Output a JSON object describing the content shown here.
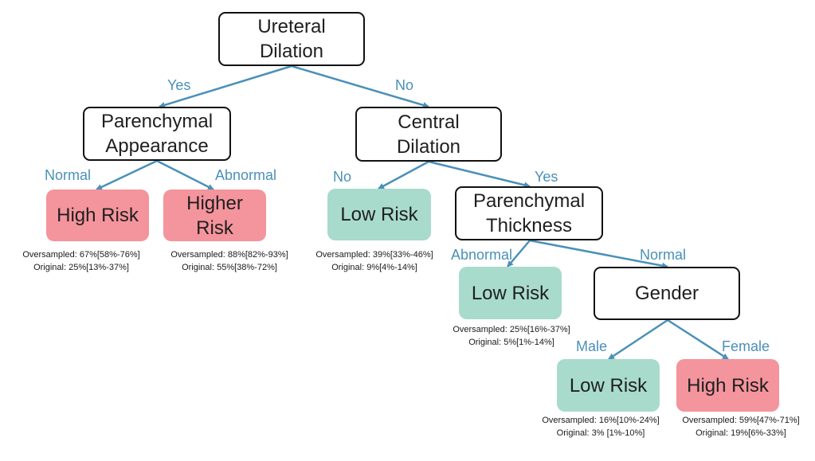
{
  "colors": {
    "edge": "#4a90b8",
    "high_risk_fill": "#f4949c",
    "low_risk_fill": "#a8dbcc",
    "decision_border": "#111111"
  },
  "nodes": {
    "ureteral_dilation": "Ureteral\nDilation",
    "parenchymal_appearance": "Parenchymal\nAppearance",
    "central_dilation": "Central\nDilation",
    "parenchymal_thickness": "Parenchymal\nThickness",
    "gender": "Gender"
  },
  "leaves": {
    "normal_appearance": {
      "label": "High Risk",
      "risk": "high",
      "oversampled": "Oversampled: 67%[58%-76%]",
      "original": "Original: 25%[13%-37%]"
    },
    "abnormal_appearance": {
      "label": "Higher\nRisk",
      "risk": "high",
      "oversampled": "Oversampled: 88%[82%-93%]",
      "original": "Original: 55%[38%-72%]"
    },
    "no_central_dilation": {
      "label": "Low Risk",
      "risk": "low",
      "oversampled": "Oversampled: 39%[33%-46%]",
      "original": "Original: 9%[4%-14%]"
    },
    "abnormal_thickness": {
      "label": "Low Risk",
      "risk": "low",
      "oversampled": "Oversampled: 25%[16%-37%]",
      "original": "Original: 5%[1%-14%]"
    },
    "male": {
      "label": "Low Risk",
      "risk": "low",
      "oversampled": "Oversampled: 16%[10%-24%]",
      "original": "Original: 3% [1%-10%]"
    },
    "female": {
      "label": "High Risk",
      "risk": "high",
      "oversampled": "Oversampled: 59%[47%-71%]",
      "original": "Original: 19%[6%-33%]"
    }
  },
  "edge_labels": {
    "ureteral_yes": "Yes",
    "ureteral_no": "No",
    "appearance_normal": "Normal",
    "appearance_abnormal": "Abnormal",
    "central_no": "No",
    "central_yes": "Yes",
    "thickness_abnormal": "Abnormal",
    "thickness_normal": "Normal",
    "gender_male": "Male",
    "gender_female": "Female"
  }
}
